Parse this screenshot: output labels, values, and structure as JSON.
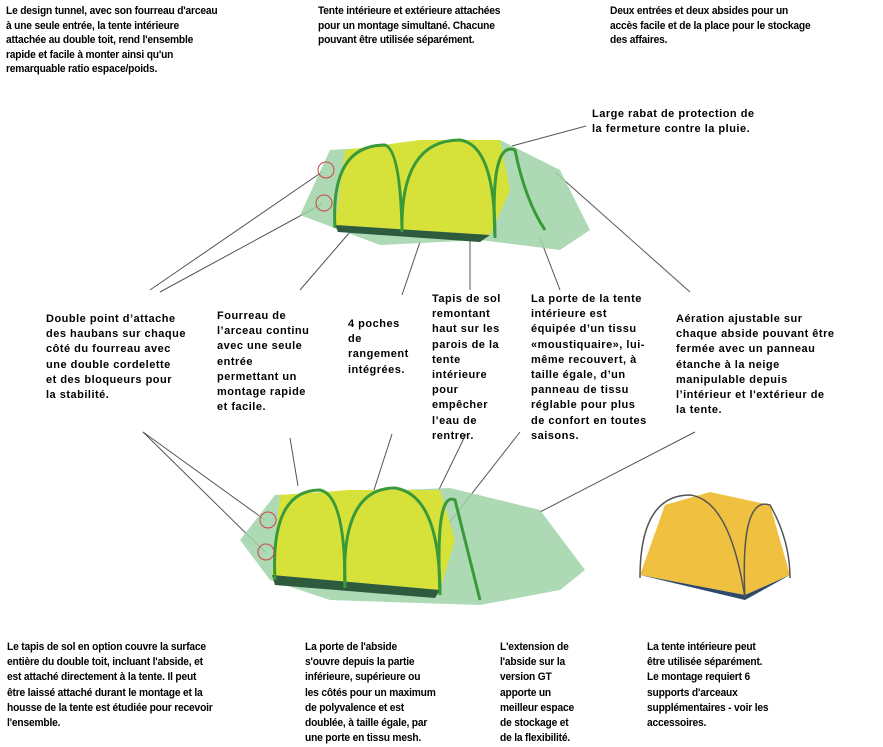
{
  "top_notes": [
    "Le design tunnel, avec son fourreau d'arceau\nà une seule entrée, la tente intérieure\nattachée au double toit, rend l'ensemble\nrapide et facile à monter ainsi qu'un\nremarquable ratio espace/poids.",
    "Tente intérieure et extérieure attachées\npour un montage simultané. Chacune\npouvant être utilisée séparément.",
    "Deux entrées et deux absides pour un\naccès facile et de la place pour le stockage\ndes affaires."
  ],
  "rabat_note": "Large rabat de protection de\nla fermeture contre la pluie.",
  "middle_notes": [
    "Double point d’attache\ndes haubans sur chaque\ncôté du fourreau avec\nune double cordelette\net des bloqueurs pour\nla stabilité.",
    "Fourreau de\nl’arceau continu\navec une seule\nentrée\npermettant un\nmontage rapide\net facile.",
    "4 poches\nde\nrangement\nintégrées.",
    "Tapis de sol\nremontant\nhaut sur les\nparois de la\ntente\nintérieure\npour\nempêcher\nl’eau de\nrentrer.",
    "La porte de la tente\nintérieure est\néquipée d’un tissu\n«moustiquaire», lui-\nmême recouvert, à\ntaille égale, d’un\npanneau de tissu\nréglable pour plus\nde confort en toutes\nsaisons.",
    "Aération ajustable sur\nchaque abside pouvant être\nfermée avec un panneau\nétanche à la neige\nmanipulable depuis\nl’intérieur et l'extérieur de\nla tente."
  ],
  "bottom_notes": [
    "Le tapis de sol en option couvre la surface\nentière du double toit, incluant l'abside, et\nest attaché directement à la tente. Il peut\nêtre laissé attaché durant le montage et la\nhousse de la tente est étudiée pour recevoir\nl'ensemble.",
    "La porte de l'abside\ns'ouvre depuis la partie\ninférieure, supérieure ou\nles côtés pour un maximum\nde polyvalence et est\ndoublée, à taille égale, par\nune porte en tissu mesh.",
    "L'extension de\nl'abside sur la\nversion GT\napporte un\nmeilleur espace\nde stockage et\nde la flexibilité.",
    "La tente intérieure peut\nêtre utilisée séparément.\nLe montage requiert 6\nsupports d'arceaux\nsupplémentaires - voir les\naccessoires."
  ],
  "colors": {
    "fly": "#9fd3a8",
    "inner": "#d6e23a",
    "floor": "#2e5a3e",
    "pole": "#3a9a3a",
    "small_tent": "#f0c040"
  }
}
